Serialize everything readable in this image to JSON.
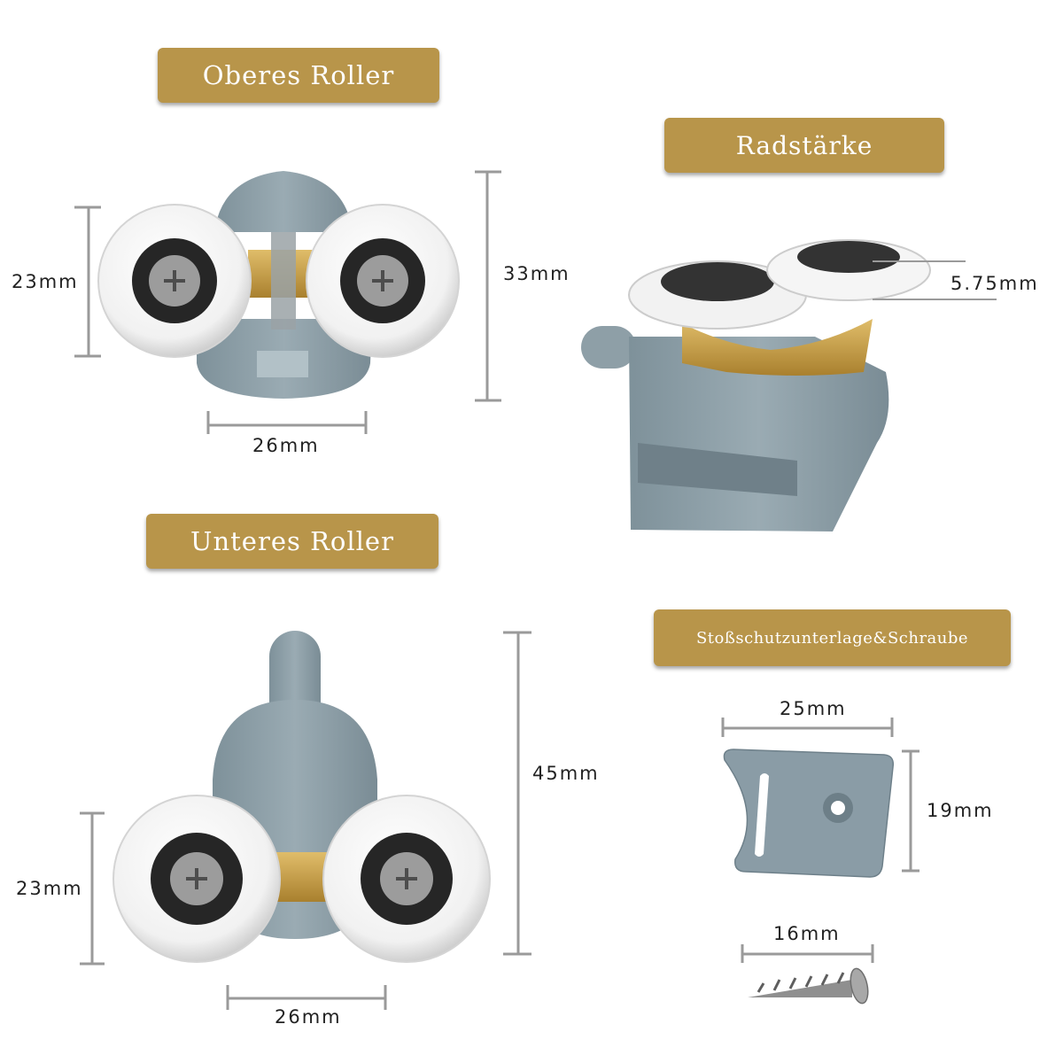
{
  "colors": {
    "label_background": "#b8954a",
    "label_text": "#ffffff",
    "dimension_line": "#9a9a9a",
    "plastic_body": "#8c9ea6",
    "wheel": "#f4f4f4",
    "brass": "#c9a04b"
  },
  "sections": {
    "upper_roller": {
      "label": "Oberes Roller",
      "height": "33mm",
      "wheel_diameter": "23mm",
      "width": "26mm"
    },
    "wheel_thickness": {
      "label": "Radstärke",
      "thickness": "5.75mm"
    },
    "lower_roller": {
      "label": "Unteres Roller",
      "height": "45mm",
      "wheel_diameter": "23mm",
      "width": "26mm"
    },
    "pad_and_screw": {
      "label": "Stoßschutzunterlage&Schraube",
      "pad_width": "25mm",
      "pad_height": "19mm",
      "screw_length": "16mm"
    }
  },
  "icons": {
    "upper_roller": "upper-roller-icon",
    "side_roller": "side-roller-icon",
    "lower_roller": "lower-roller-icon",
    "pad": "bumper-pad-icon",
    "screw": "screw-icon"
  }
}
